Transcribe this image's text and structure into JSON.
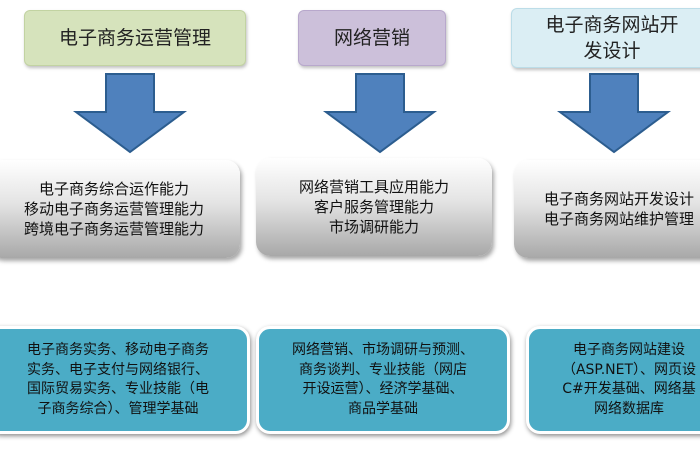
{
  "columns": [
    {
      "title_lines": [
        "电子商务运营管理"
      ],
      "capabilities": [
        "电子商务综合运作能力",
        "移动电子商务运营管理能力",
        "跨境电子商务运营管理能力"
      ],
      "courses": [
        "电子商务实务、移动电子商务",
        "实务、电子支付与网络银行、",
        "国际贸易实务、专业技能（电",
        "子商务综合）、管理学基础"
      ]
    },
    {
      "title_lines": [
        "网络营销"
      ],
      "capabilities": [
        "网络营销工具应用能力",
        "客户服务管理能力",
        "市场调研能力"
      ],
      "courses": [
        "网络营销、市场调研与预测、",
        "商务谈判、专业技能（网店",
        "开设运营）、经济学基础、",
        "商品学基础"
      ]
    },
    {
      "title_lines": [
        "电子商务网站开",
        "发设计"
      ],
      "capabilities": [
        "电子商务网站开发设计",
        "电子商务网站维护管理"
      ],
      "courses": [
        "电子商务网站建设",
        "（ASP.NET）、网页设",
        "C#开发基础、网络基",
        "网络数据库"
      ]
    }
  ],
  "colors": {
    "header_green": "#d6e3bc",
    "header_purple": "#ccc0da",
    "header_blue": "#dbeef4",
    "arrow_blue": "#4f81bd",
    "course_box": "#4bacc6",
    "capability_box_gray": "#bfbfbf"
  }
}
